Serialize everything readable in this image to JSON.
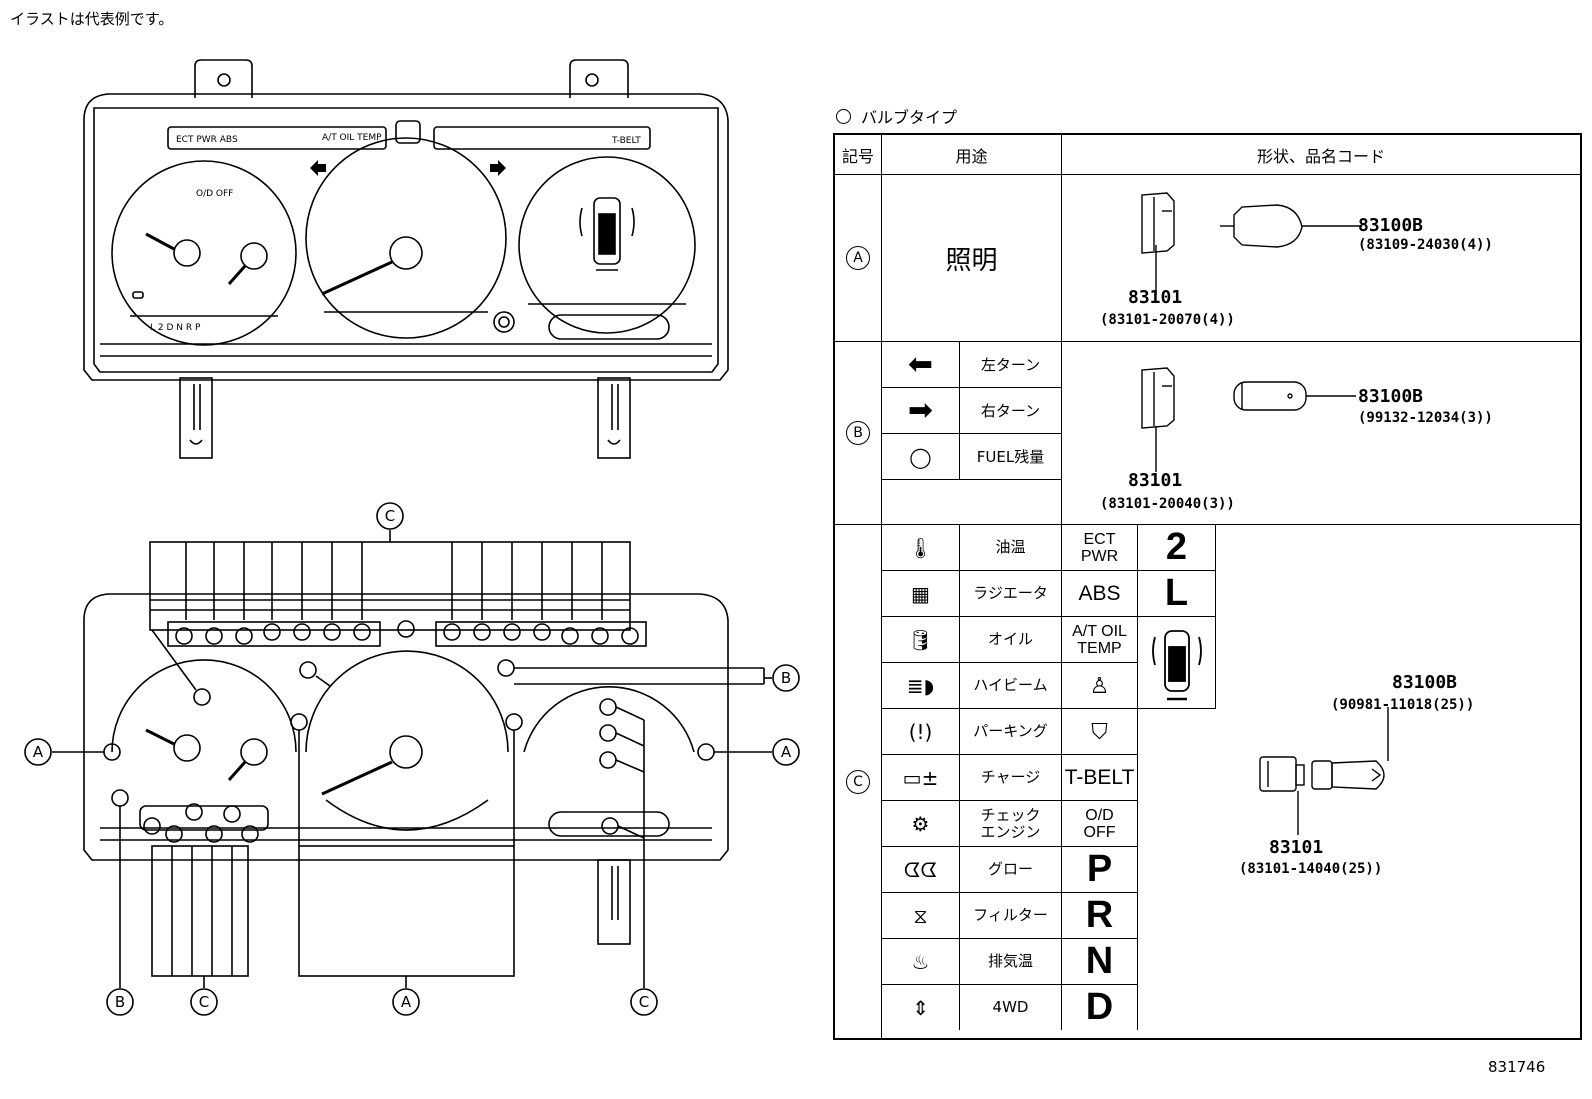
{
  "note": "イラストは代表例です。",
  "catalog_no": "831746",
  "bulb_type_label": "バルブタイプ",
  "callouts": {
    "a": "A",
    "b": "B",
    "c": "C"
  },
  "cluster_top": {
    "gear_labels": "L 2 D N R P",
    "od_off": "O/D\nOFF",
    "strip_left": "ECT PWR   ABS",
    "strip_at": "A/T OIL TEMP",
    "strip_belt": "T-BELT"
  },
  "table": {
    "headers": {
      "symbol": "記号",
      "use": "用途",
      "shape": "形状、品名コード"
    },
    "a": {
      "symbol": "A",
      "use": "照明",
      "socket": "83101",
      "socket_code": "(83101-20070(4))",
      "bulb": "83100B",
      "bulb_code": "(83109-24030(4))"
    },
    "b": {
      "symbol": "B",
      "rows": [
        "左ターン",
        "右ターン",
        "FUEL残量"
      ],
      "socket": "83101",
      "socket_code": "(83101-20040(3))",
      "bulb": "83100B",
      "bulb_code": "(99132-12034(3))"
    },
    "c": {
      "symbol": "C",
      "uses": [
        "油温",
        "ラジエータ",
        "オイル",
        "ハイビーム",
        "パーキング",
        "チャージ",
        "チェック\nエンジン",
        "グロー",
        "フィルター",
        "排気温",
        "4WD"
      ],
      "abbr": [
        "ECT\nPWR",
        "ABS",
        "A/T OIL\nTEMP",
        "",
        "",
        "T-BELT",
        "O/D\nOFF",
        "P",
        "R",
        "N",
        "D"
      ],
      "gears": [
        "2",
        "L"
      ],
      "socket": "83101",
      "socket_code": "(83101-14040(25))",
      "bulb": "83100B",
      "bulb_code": "(90981-11018(25))"
    }
  }
}
